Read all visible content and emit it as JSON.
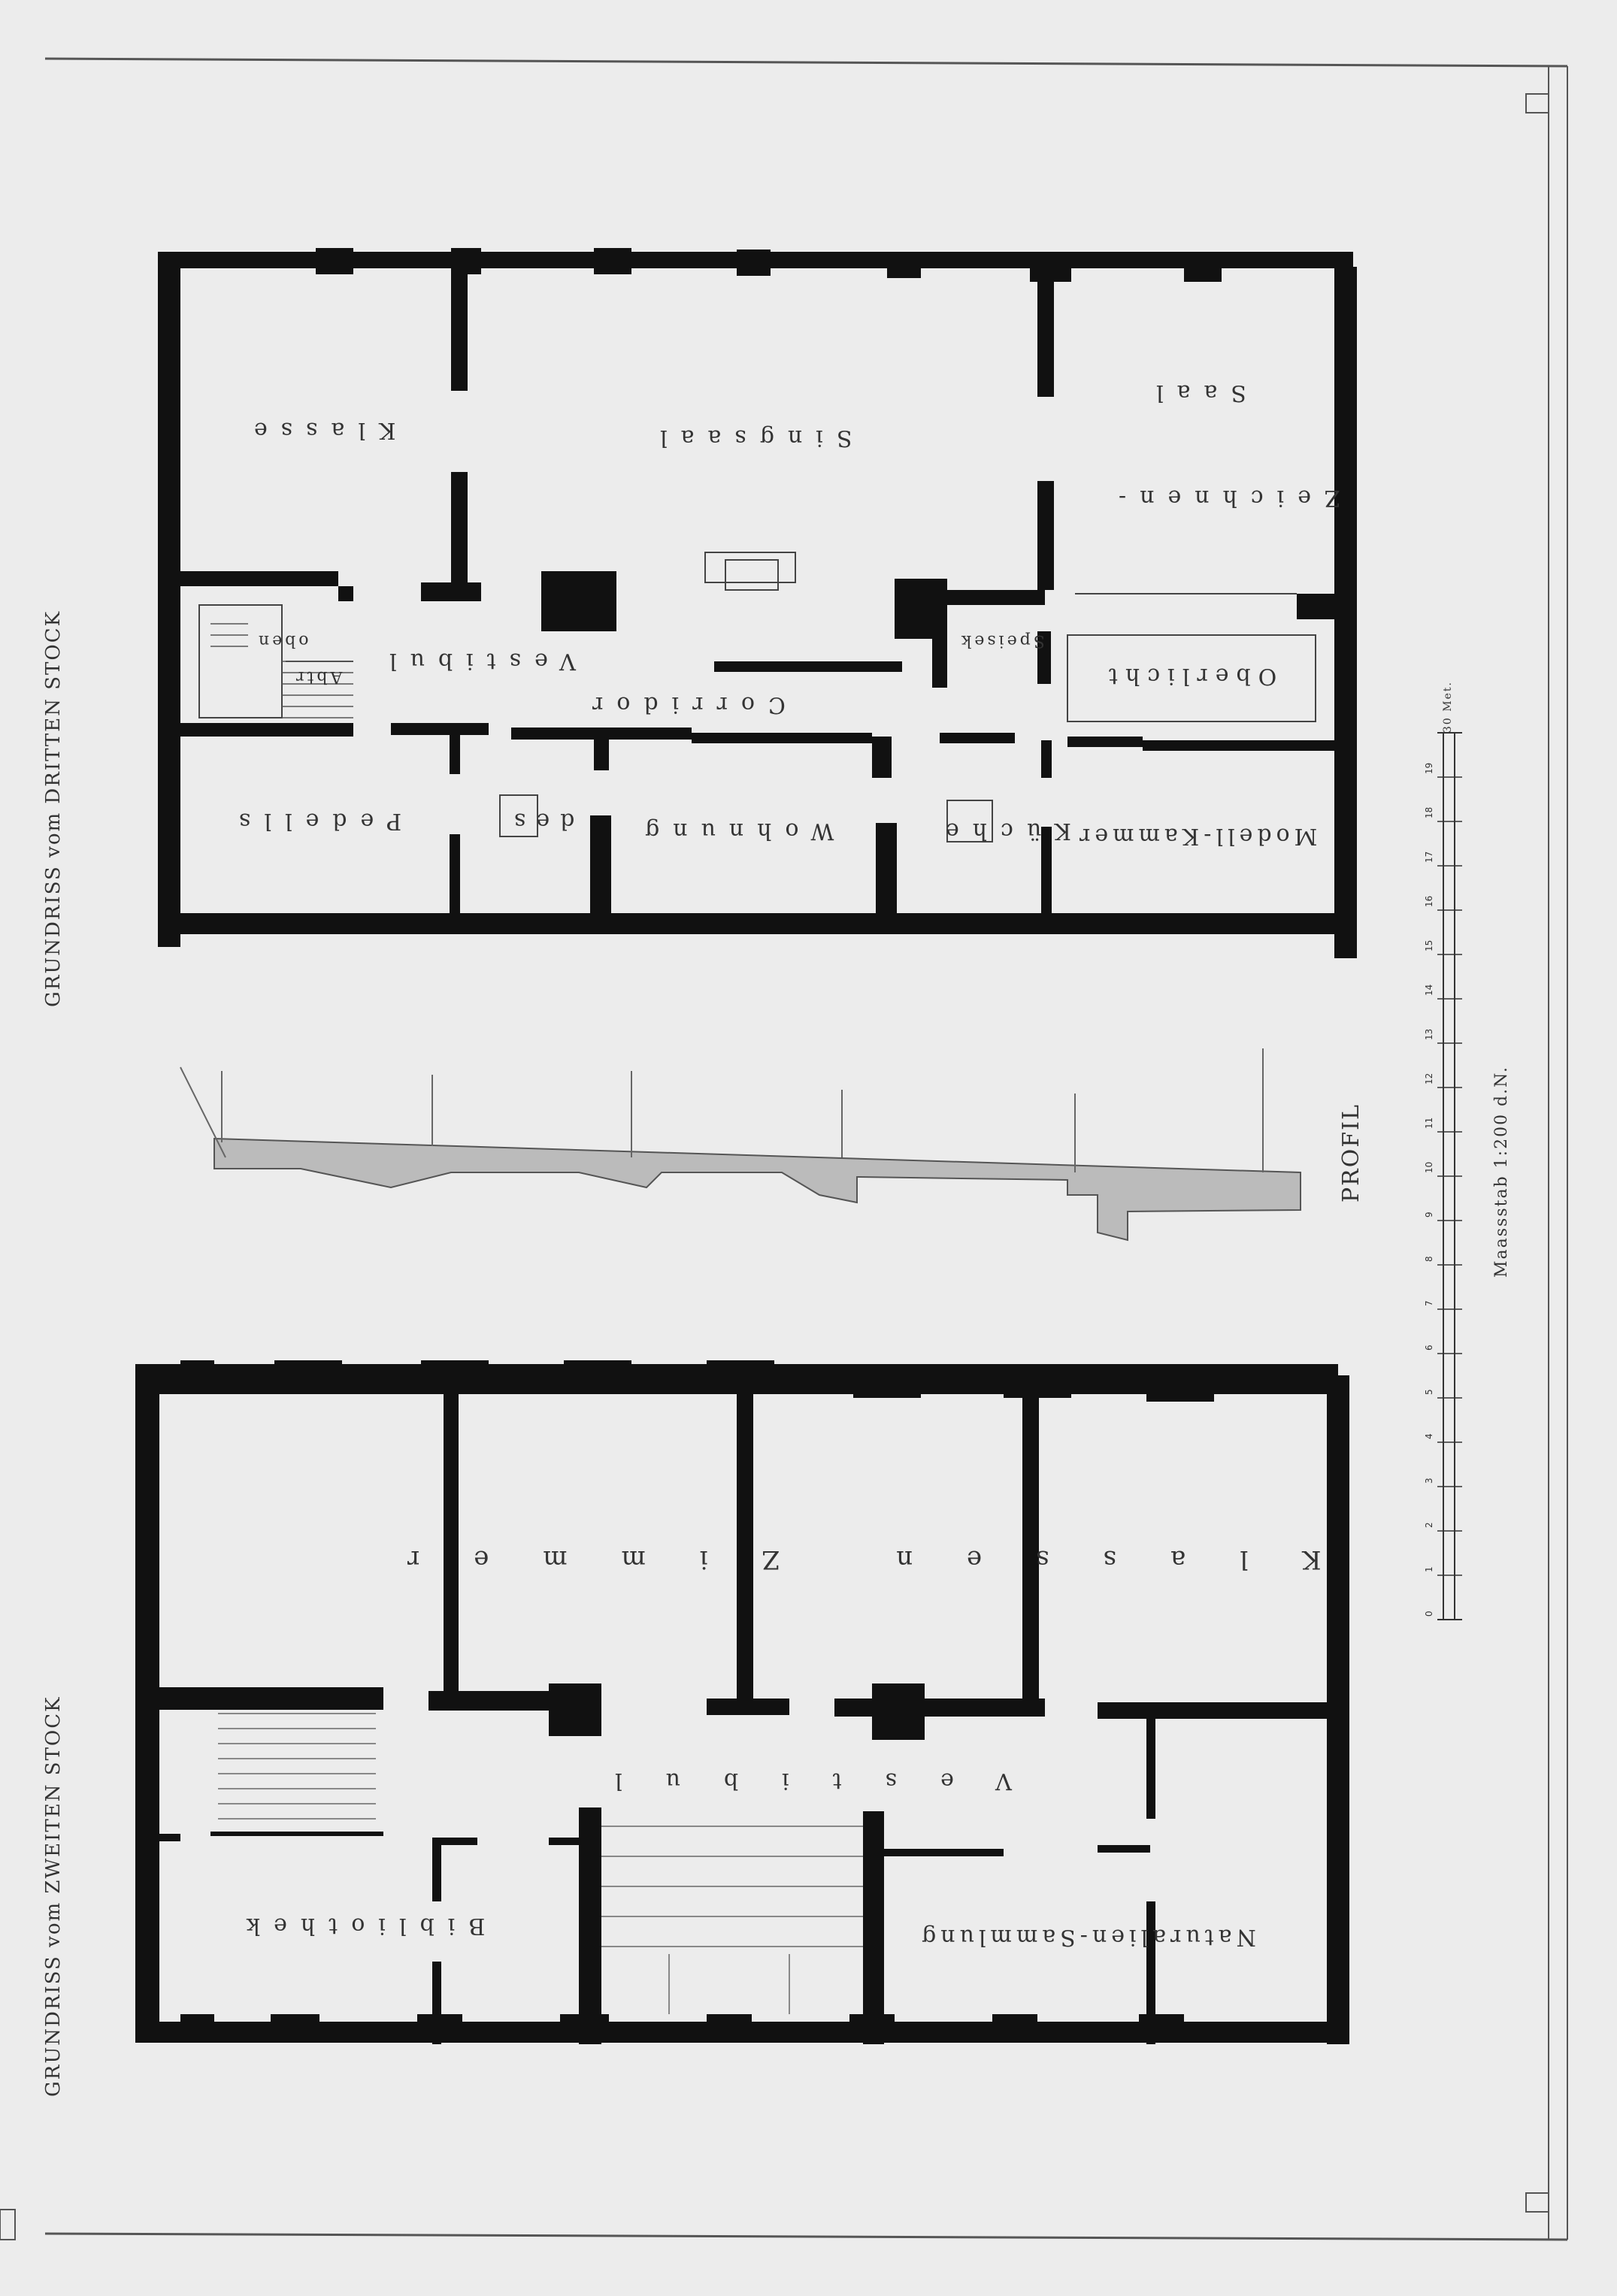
{
  "titles": {
    "third_floor": "GRUNDRISS vom DRITTEN STOCK",
    "second_floor": "GRUNDRISS vom ZWEITEN STOCK",
    "profile": "PROFIL",
    "scale": "Maassstab 1:200 d.N.",
    "scale_unit": "30 Met."
  },
  "third_floor_rooms": {
    "klasse": "Klasse",
    "singsaal": "Singsaal",
    "zeichnen_saal_1": "Zeichnen-",
    "zeichnen_saal_2": "Saal",
    "vestibul": "Vestibul",
    "abtr": "Abtr",
    "oben": "oben",
    "corridor": "Corridor",
    "speisek": "Speisek",
    "oberlicht": "Oberlicht",
    "pedells": "Pedells",
    "des": "des",
    "wohnung": "Wohnung",
    "kuche": "Küche",
    "modell_kammer": "Modell-Kammer"
  },
  "second_floor_rooms": {
    "klassen_zimmer": "Klassen Zimmer",
    "vestibul": "Vestibul",
    "bibliothek": "Bibliothek",
    "naturalien": "Naturalien-Sammlung"
  },
  "scale_ticks": [
    "0",
    "1",
    "2",
    "3",
    "4",
    "5",
    "6",
    "7",
    "8",
    "9",
    "10",
    "11",
    "12",
    "13",
    "14",
    "15",
    "16",
    "17",
    "18",
    "19"
  ]
}
